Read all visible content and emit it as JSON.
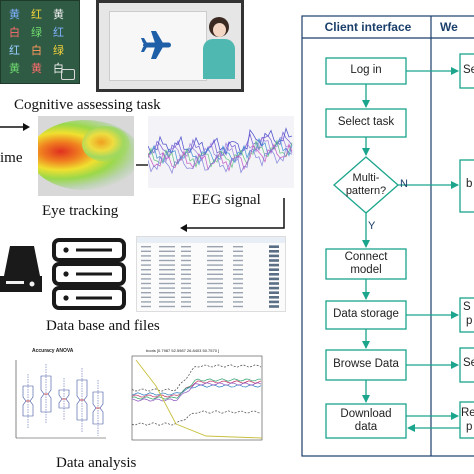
{
  "left_panel": {
    "captions": {
      "cognitive_task": "Cognitive assessing task",
      "time_partial": "ime",
      "eye_tracking": "Eye tracking",
      "eeg_signal": "EEG signal",
      "database": "Data base and files",
      "analysis": "Data analysis"
    },
    "stroop_chars": [
      {
        "text": "黄",
        "color": "#7fb0ff"
      },
      {
        "text": "红",
        "color": "#f2d23a"
      },
      {
        "text": "黄",
        "color": "#f2f2f2"
      },
      {
        "text": "白",
        "color": "#ff6d6d"
      },
      {
        "text": "绿",
        "color": "#6fdc6f"
      },
      {
        "text": "红",
        "color": "#7fb0ff"
      },
      {
        "text": "红",
        "color": "#9ad0ff"
      },
      {
        "text": "白",
        "color": "#ff9b5f"
      },
      {
        "text": "绿",
        "color": "#f2d23a"
      },
      {
        "text": "黄",
        "color": "#6fdc6f"
      },
      {
        "text": "黄",
        "color": "#ff6d6d"
      },
      {
        "text": "白",
        "color": "#f2f2f2"
      }
    ],
    "chart_labels": {
      "anova_title": "Accuracy ANOVA",
      "line_title": "boots [0.7987 52.5987 26.8403 50.7570 ]"
    }
  },
  "flowchart": {
    "client_header": "Client interface",
    "server_header_partial": "We",
    "steps": {
      "login": "Log in",
      "select_task": "Select task",
      "decision_line1": "Multi-",
      "decision_line2": "pattern?",
      "connect_line1": "Connect",
      "connect_line2": "model",
      "data_storage": "Data storage",
      "browse_data": "Browse Data",
      "download_line1": "Download",
      "download_line2": "data"
    },
    "labels": {
      "no": "N",
      "yes": "Y"
    },
    "server_partials": [
      "Se",
      "b",
      "S",
      "p",
      "Se",
      "Re",
      "p"
    ],
    "accent": "#1aa58c",
    "header_color": "#1b3f6b"
  }
}
